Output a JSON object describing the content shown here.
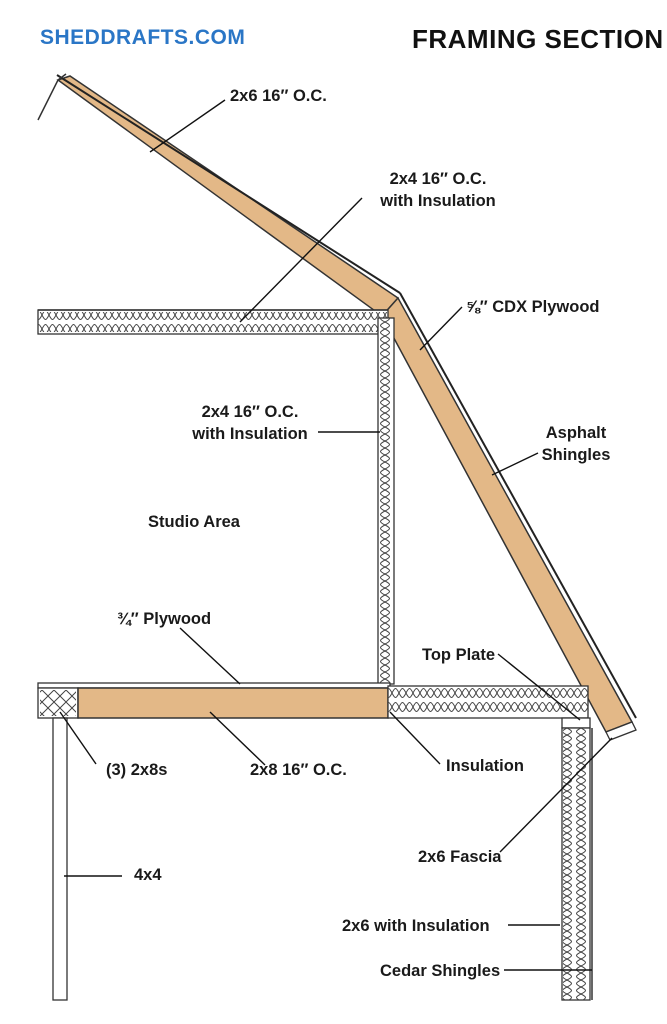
{
  "header": {
    "logo_text": "SHEDDRAFTS.COM",
    "title": "FRAMING SECTION"
  },
  "labels": {
    "rafter_upper": "2x6 16″ O.C.",
    "ceiling_joist_l1": "2x4 16″ O.C.",
    "ceiling_joist_l2": "with Insulation",
    "roof_sheathing": "⅝″ CDX Plywood",
    "wall_l1": "2x4 16″ O.C.",
    "wall_l2": "with Insulation",
    "roofing_l1": "Asphalt",
    "roofing_l2": "Shingles",
    "room": "Studio Area",
    "subfloor": "¾″ Plywood",
    "top_plate": "Top Plate",
    "beam": "(3) 2x8s",
    "floor_joist": "2x8 16″ O.C.",
    "insulation": "Insulation",
    "fascia": "2x6 Fascia",
    "post": "4x4",
    "lower_wall": "2x6 with Insulation",
    "siding": "Cedar Shingles"
  },
  "colors": {
    "wood": "#e3b887",
    "logo": "#2a76c6",
    "ink": "#111111"
  }
}
